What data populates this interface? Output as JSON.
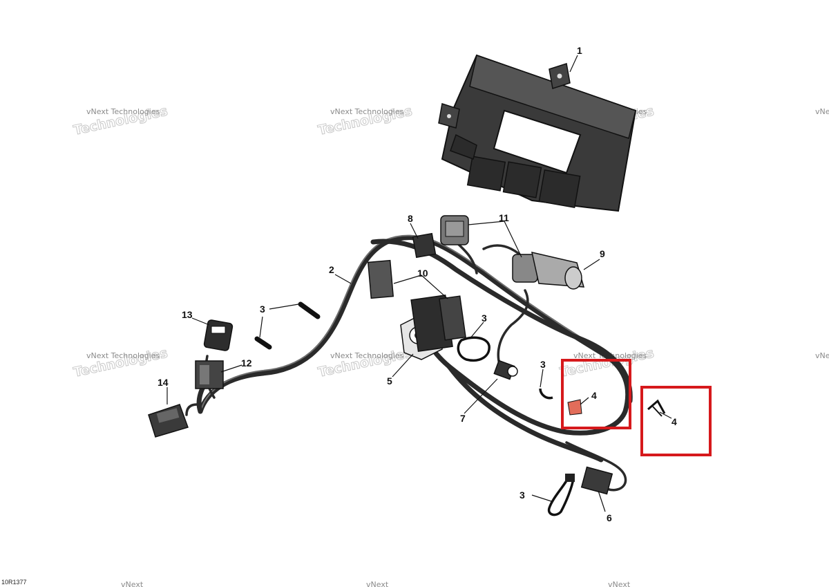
{
  "diagram": {
    "drawing_code": "10R1377",
    "highlight_color": "#d6191c",
    "callouts": [
      {
        "id": "1",
        "label": "1"
      },
      {
        "id": "2",
        "label": "2"
      },
      {
        "id": "3a",
        "label": "3"
      },
      {
        "id": "3b",
        "label": "3"
      },
      {
        "id": "3c",
        "label": "3"
      },
      {
        "id": "3d",
        "label": "3"
      },
      {
        "id": "4a",
        "label": "4"
      },
      {
        "id": "4b",
        "label": "4"
      },
      {
        "id": "5",
        "label": "5"
      },
      {
        "id": "6",
        "label": "6"
      },
      {
        "id": "7",
        "label": "7"
      },
      {
        "id": "8",
        "label": "8"
      },
      {
        "id": "9",
        "label": "9"
      },
      {
        "id": "10",
        "label": "10"
      },
      {
        "id": "11",
        "label": "11"
      },
      {
        "id": "12",
        "label": "12"
      },
      {
        "id": "13",
        "label": "13"
      },
      {
        "id": "14",
        "label": "14"
      }
    ],
    "watermark": {
      "line1": "vNext Technologies",
      "line2": "Technologies",
      "corner": "vNext"
    }
  }
}
